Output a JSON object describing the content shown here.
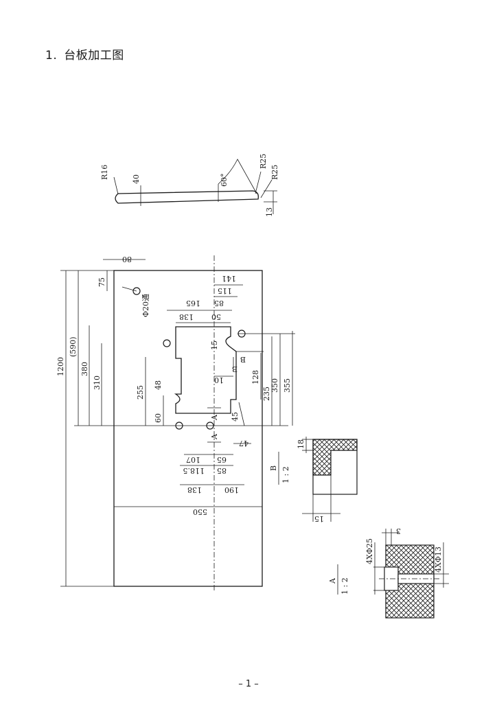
{
  "page": {
    "title_number": "1.",
    "title_text": "台板加工图",
    "footer": "– 1 –"
  },
  "side_view": {
    "r16": "R16",
    "d40": "40",
    "angle": "60°",
    "r25_a": "R25",
    "r25_b": "R25",
    "d13": "13"
  },
  "plan": {
    "d1200": "1200",
    "d590": "(590)",
    "d380": "380",
    "d310": "310",
    "d75": "75",
    "d80": "80",
    "hole_note": "Φ20通",
    "d141": "141",
    "d115": "115",
    "d165": "165",
    "d85_top": "85",
    "d138_top": "138",
    "d50": "50",
    "d15": "15",
    "d10": "10",
    "b_mark_1": "B",
    "b_mark_2": "B",
    "d128": "128",
    "d235": "235",
    "d350": "350",
    "d355": "355",
    "d255": "255",
    "d48": "48",
    "d60": "60",
    "d45": "45",
    "a_mark_1": "A",
    "a_mark_2": "A",
    "d47": "47",
    "d107": "107",
    "d65": "65",
    "d118": "118.5",
    "d85_bot": "85",
    "d138_bot": "138",
    "d190": "190",
    "d550": "550"
  },
  "detail_b": {
    "label": "B",
    "scale": "1 : 2",
    "d18": "18",
    "d15": "15"
  },
  "detail_a": {
    "label": "A",
    "scale": "1 : 2",
    "d3": "3",
    "cb": "4XΦ25",
    "hole": "4XΦ13"
  }
}
